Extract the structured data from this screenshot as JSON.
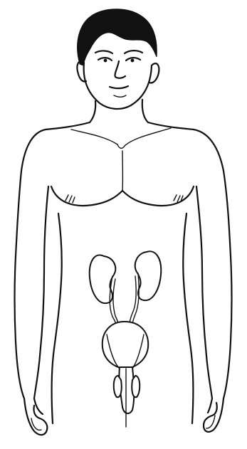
{
  "figure": {
    "subject": "male-figure-urinary-system-illustration",
    "background": "#ffffff",
    "ink_color": "#111111",
    "parts": [
      "head",
      "torso",
      "arms",
      "kidneys",
      "ureters",
      "bladder",
      "urethra",
      "penis"
    ]
  }
}
